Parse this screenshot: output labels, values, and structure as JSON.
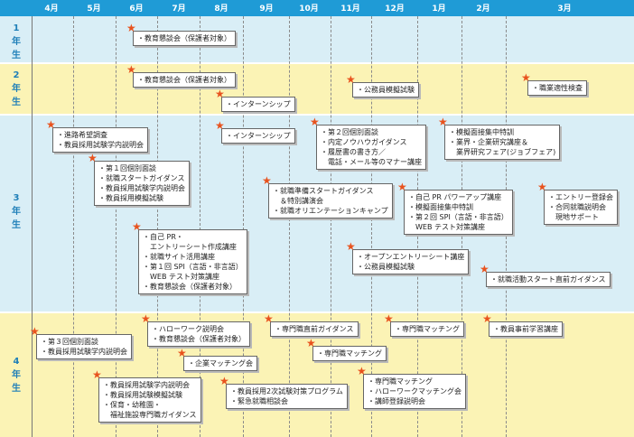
{
  "months": [
    "4月",
    "5月",
    "6月",
    "7月",
    "8月",
    "9月",
    "10月",
    "11月",
    "12月",
    "1月",
    "2月",
    "3月"
  ],
  "years": [
    {
      "label": "1年生"
    },
    {
      "label": "2年生"
    },
    {
      "label": "3年生"
    },
    {
      "label": "4年生"
    }
  ],
  "colors": {
    "header": "#1f9bd6",
    "row_blue": "#d9eef6",
    "row_yellow": "#fbf3b5",
    "star": "#e8531e",
    "year_text": "#1f7fb8"
  },
  "events": {
    "y1_a": [
      "・教育懇談会（保護者対象）"
    ],
    "y2_a": [
      "・教育懇談会（保護者対象）"
    ],
    "y2_b": [
      "・インターンシップ"
    ],
    "y2_c": [
      "・公務員模擬試験"
    ],
    "y2_d": [
      "・職業適性検査"
    ],
    "y3_a": [
      "・進路希望調査",
      "・教員採用試験学内説明会"
    ],
    "y3_b": [
      "・インターンシップ"
    ],
    "y3_c": [
      "・第２回個別面談",
      "・内定ノウハウガイダンス",
      "・履歴書の書き方／",
      "　電話・メール等のマナー講座"
    ],
    "y3_d": [
      "・模擬面接集中特訓",
      "・業界・企業研究講座＆",
      "　業界研究フェア(ジョブフェア)"
    ],
    "y3_e": [
      "・第１回個別面談",
      "・就職スタートガイダンス",
      "・教員採用試験学内説明会",
      "・教員採用模擬試験"
    ],
    "y3_f": [
      "・就職準備スタートガイダンス",
      "　＆特別講演会",
      "・就職オリエンテーションキャンプ"
    ],
    "y3_g": [
      "・自己 PR パワーアップ講座",
      "・模擬面接集中特訓",
      "・第２回 SPI（言語・非言語）",
      "　WEB テスト対策講座"
    ],
    "y3_h": [
      "・エントリー登録会",
      "・合同就職説明会",
      "　現地サポート"
    ],
    "y3_i": [
      "・自己 PR・",
      "　エントリーシート作成講座",
      "・就職サイト活用講座",
      "・第１回 SPI（言語・非言語）",
      "　WEB テスト対策講座",
      "・教育懇談会（保護者対象）"
    ],
    "y3_j": [
      "・オープンエントリーシート講座",
      "・公務員模擬試験"
    ],
    "y3_k": [
      "・就職活動スタート直前ガイダンス"
    ],
    "y4_a": [
      "・第３回個別面談",
      "・教員採用試験学内説明会"
    ],
    "y4_b": [
      "・ハローワーク説明会",
      "・教育懇談会（保護者対象）"
    ],
    "y4_c": [
      "・専門職直前ガイダンス"
    ],
    "y4_d": [
      "・専門職マッチング"
    ],
    "y4_e": [
      "・教員事前学習講座"
    ],
    "y4_f": [
      "・専門職マッチング"
    ],
    "y4_g": [
      "・企業マッチング会"
    ],
    "y4_h": [
      "・教員採用試験学内説明会",
      "・教員採用試験模擬試験",
      "・保育・幼稚園・",
      "　福祉施設専門職ガイダンス"
    ],
    "y4_i": [
      "・教員採用2次試験対策プログラム",
      "・緊急就職相談会"
    ],
    "y4_j": [
      "・専門職マッチング",
      "・ハローワークマッチング会",
      "・講師登録説明会"
    ]
  }
}
